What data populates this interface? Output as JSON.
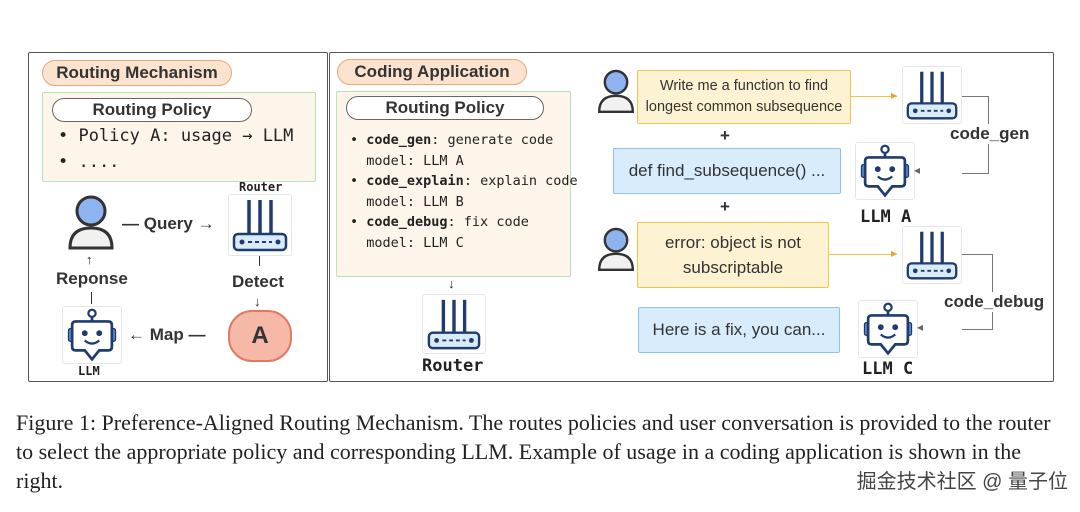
{
  "left": {
    "title": "Routing Mechanism",
    "policy_title": "Routing Policy",
    "policy_lines": [
      "• Policy A: usage → LLM",
      "• ...."
    ],
    "router_label": "Router",
    "query_label": "Query",
    "detect_label": "Detect",
    "response_label": "Reponse",
    "map_label": "Map",
    "policy_node": "A",
    "llm_label": "LLM"
  },
  "right": {
    "title": "Coding Application",
    "policy_title": "Routing Policy",
    "policies": [
      {
        "key": "code_gen",
        "desc": ": generate code",
        "model": "model: LLM A"
      },
      {
        "key": "code_explain",
        "desc": ": explain code",
        "model": "model: LLM B"
      },
      {
        "key": "code_debug",
        "desc": ": fix code",
        "model": "model: LLM C"
      }
    ],
    "router_label": "Router",
    "user_msg_1": "Write me a function to find longest common subsequence",
    "route_1": "code_gen",
    "reply_1": "def find_subsequence() ...",
    "llm_1": "LLM A",
    "plus": "+",
    "user_msg_2": "error: object is not subscriptable",
    "route_2": "code_debug",
    "reply_2": "Here is a fix, you can...",
    "llm_2": "LLM C"
  },
  "caption": "Figure 1: Preference-Aligned Routing Mechanism. The routes policies and user conversation is provided to the router to select the appropriate policy and corresponding LLM. Example of usage in a coding application is shown in the right.",
  "watermark": "掘金技术社区 @ 量子位",
  "colors": {
    "title_fill": "#fbe3cf",
    "policy_fill": "#fdf4ea",
    "policy_border": "#b9e3b2",
    "user_bubble": "#fdf3d2",
    "llm_bubble": "#d8ecfb",
    "policy_node": "#f7b9a7",
    "icon_blue": "#1f3b70"
  },
  "icons": [
    "user-icon",
    "router-icon",
    "robot-icon"
  ]
}
